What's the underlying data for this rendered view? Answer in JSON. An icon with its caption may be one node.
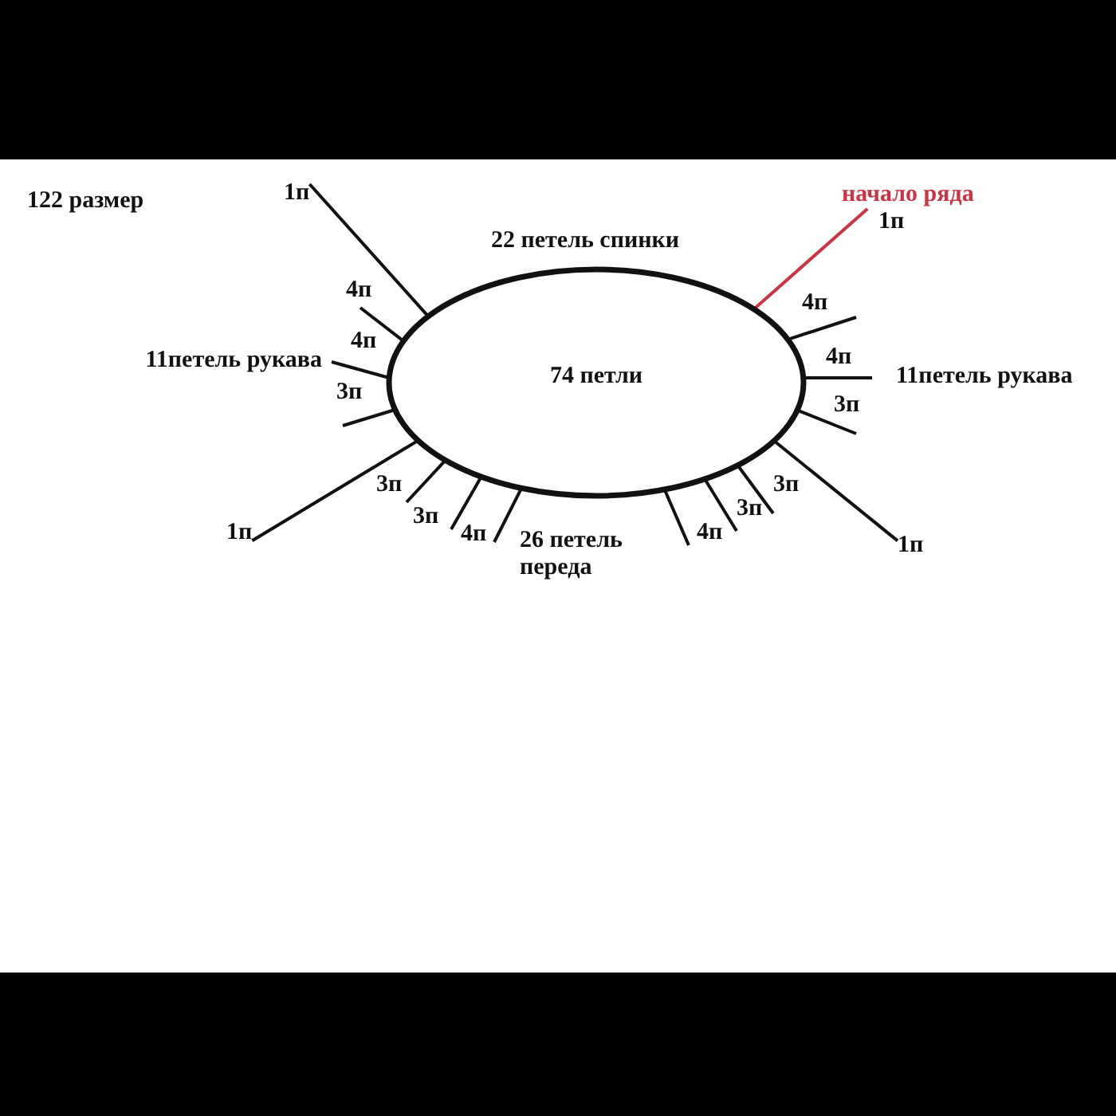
{
  "diagram": {
    "title": "122 размер",
    "nodes": [
      {
        "text": [
          "1п"
        ]
      },
      {
        "text": [
          "начало ряда"
        ]
      },
      {
        "text": [
          "74 петли"
        ]
      },
      {
        "text": [
          "1п"
        ]
      },
      {
        "text": [
          "1п"
        ]
      }
    ],
    "edges": [
      {
        "from": 0,
        "to": 2,
        "arrow": "none"
      },
      {
        "from": 1,
        "to": 2,
        "arrow": "none",
        "color": "#cc3344"
      },
      {
        "from": 3,
        "to": 2,
        "arrow": "none"
      },
      {
        "from": 4,
        "to": 2,
        "arrow": "none"
      }
    ],
    "labels": [
      "1п",
      "22 петель спинки",
      "4п",
      "4п",
      "4п",
      "4п",
      "11петель рукава",
      "11петель рукава",
      "3п",
      "3п",
      "3п",
      "3п",
      "4п",
      "26 петель переда",
      "4п",
      "3п",
      "3п"
    ]
  }
}
